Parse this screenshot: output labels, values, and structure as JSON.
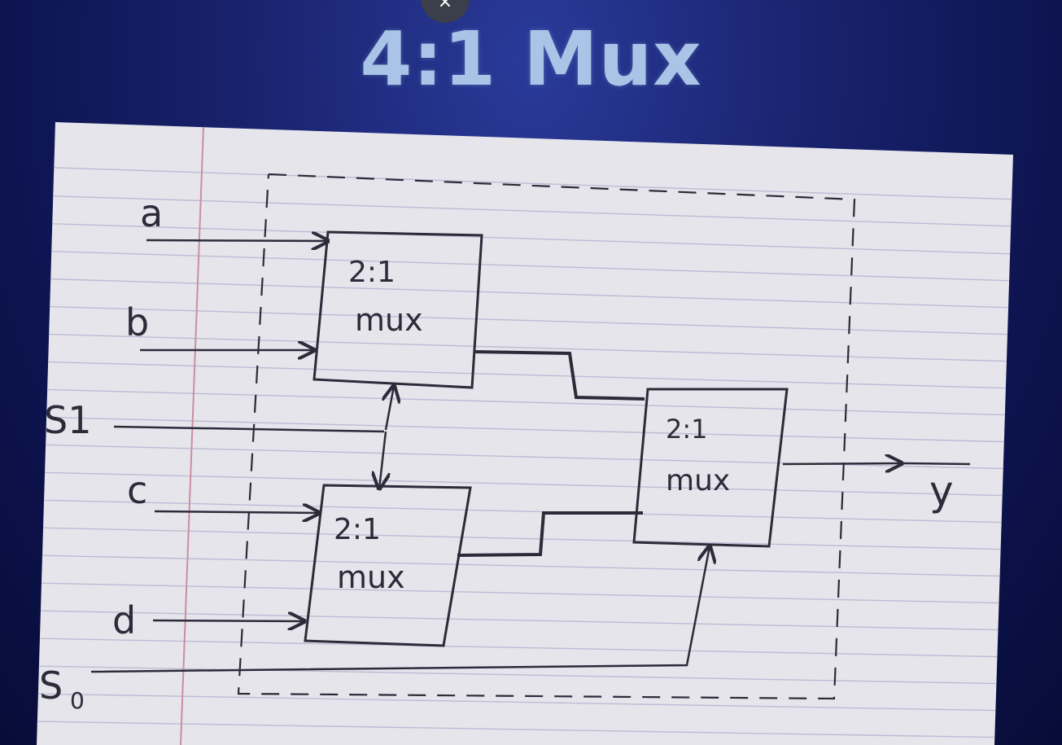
{
  "slide": {
    "close_glyph": "×",
    "title": "4:1 Mux"
  },
  "diagram": {
    "inputs": {
      "a": "a",
      "b": "b",
      "s1": "S1",
      "c": "c",
      "d": "d",
      "s0": "S",
      "s0_sub": "0"
    },
    "mux_top": {
      "line1": "2:1",
      "line2": "mux"
    },
    "mux_bottom": {
      "line1": "2:1",
      "line2": "mux"
    },
    "mux_final": {
      "line1": "2:1",
      "line2": "mux"
    },
    "output": "y"
  },
  "colors": {
    "paper": "#e7e6ee",
    "ink": "#2b2b3a",
    "ruled_line": "#b8b8d2",
    "margin_line": "#c98f9f",
    "title": "#a9c4e6"
  }
}
